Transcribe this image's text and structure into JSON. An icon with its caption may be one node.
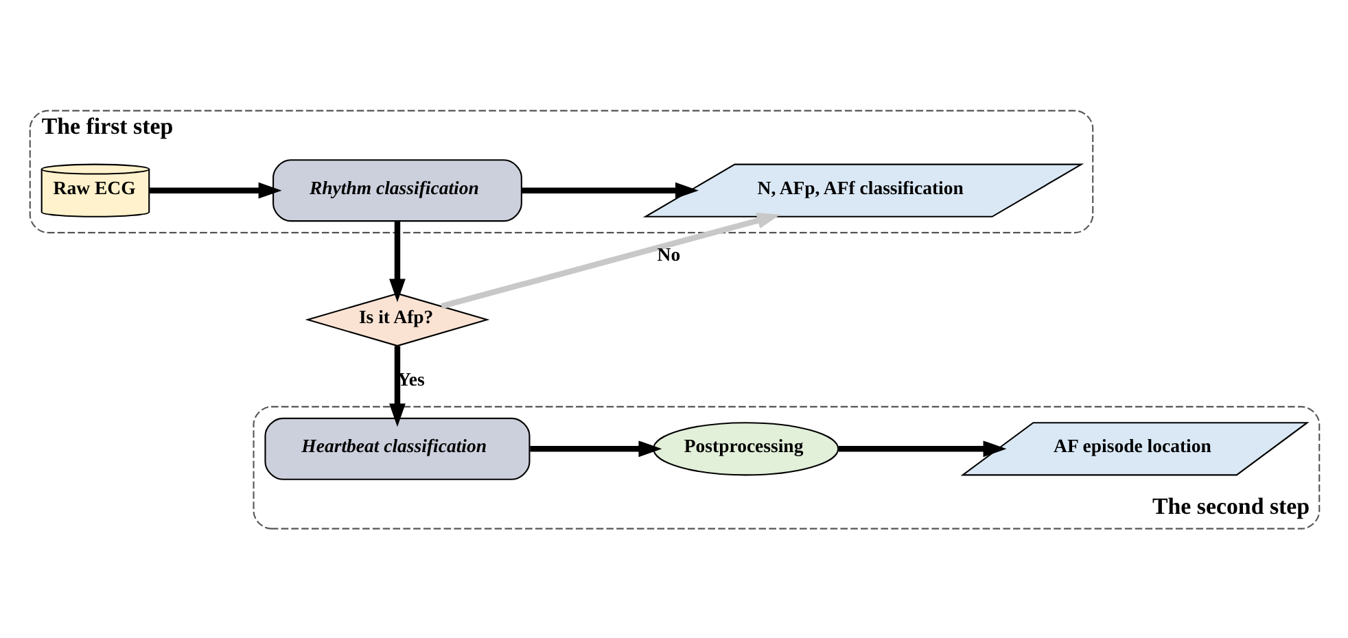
{
  "diagram": {
    "nodes": [
      {
        "text": [
          "The first step"
        ]
      },
      {
        "text": [
          "Raw ECG"
        ],
        "in": 0
      },
      {
        "text": [
          "Rhythm classification"
        ],
        "in": 0
      },
      {
        "text": [
          "N, AFp, AFf classification"
        ],
        "in": 0
      },
      {
        "text": [
          "Is it Afp?"
        ]
      },
      {
        "text": [
          "The second step"
        ]
      },
      {
        "text": [
          "Heartbeat classification"
        ],
        "in": 5
      },
      {
        "text": [
          "Postprocessing"
        ],
        "in": 5
      },
      {
        "text": [
          "AF episode location"
        ],
        "in": 5
      }
    ],
    "edges": [
      {
        "from": 1,
        "to": 2,
        "arrow": "to"
      },
      {
        "from": 2,
        "to": 3,
        "arrow": "to"
      },
      {
        "from": 2,
        "to": 4,
        "arrow": "to"
      },
      {
        "from": 4,
        "to": 3,
        "arrow": "to",
        "label": "No",
        "color": "#c8c8c8"
      },
      {
        "from": 4,
        "to": 6,
        "arrow": "to",
        "label": "Yes"
      },
      {
        "from": 6,
        "to": 7,
        "arrow": "to"
      },
      {
        "from": 7,
        "to": 8,
        "arrow": "to"
      }
    ]
  }
}
